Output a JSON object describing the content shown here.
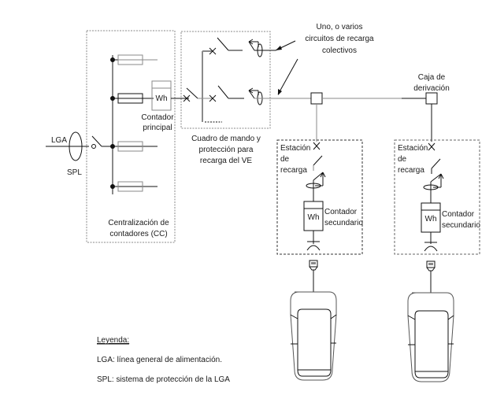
{
  "diagram": {
    "labels": {
      "lga": "LGA",
      "spl": "SPL",
      "meter_symbol": "Wh",
      "main_meter_line1": "Contador",
      "main_meter_line2": "principal",
      "cc_line1": "Centralización de",
      "cc_line2": "contadores (CC)",
      "panel_line1": "Cuadro de mando y",
      "panel_line2": "protección para",
      "panel_line3": "recarga del VE",
      "circuits_line1": "Uno, o varios",
      "circuits_line2": "circuitos de recarga",
      "circuits_line3": "colectivos",
      "junction_line1": "Caja de",
      "junction_line2": "derivación"
    },
    "stations": [
      {
        "line1": "Estación",
        "line2": "de",
        "line3": "recarga",
        "meter_line1": "Contador",
        "meter_line2": "secundario"
      },
      {
        "line1": "Estación",
        "line2": "de",
        "line3": "recarga",
        "meter_line1": "Contador",
        "meter_line2": "secundario"
      }
    ],
    "legend": {
      "title": "Leyenda:",
      "items": [
        "LGA: línea general de alimentación.",
        "SPL: sistema de protección de la LGA"
      ]
    }
  }
}
